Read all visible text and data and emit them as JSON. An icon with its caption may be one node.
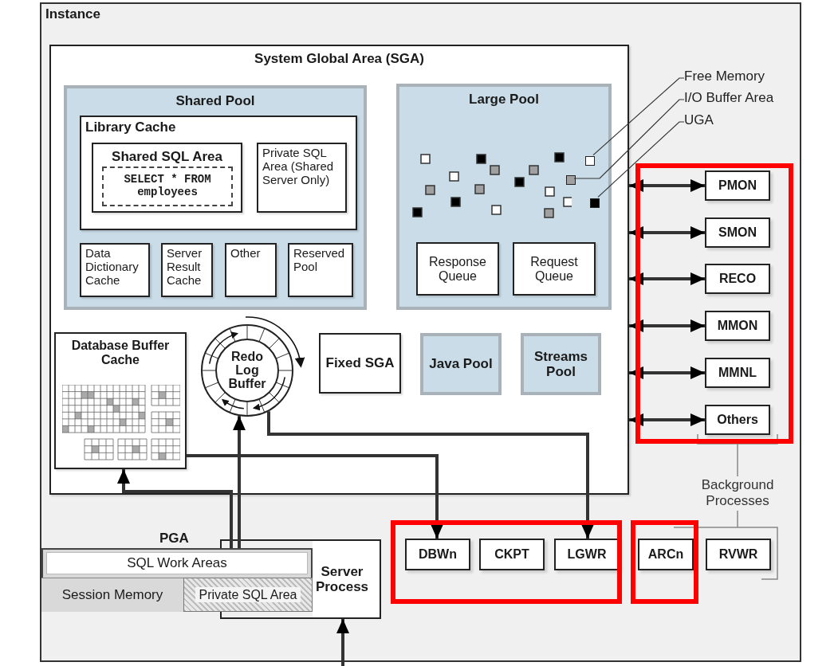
{
  "diagram": {
    "nodes": [
      {
        "text": [
          "Instance"
        ]
      },
      {
        "text": [
          "System Global Area (SGA)"
        ],
        "in": 0
      },
      {
        "text": [
          "Shared Pool"
        ],
        "in": 1
      },
      {
        "text": [
          "Library Cache"
        ],
        "in": 2
      },
      {
        "text": [
          "Shared SQL Area"
        ],
        "in": 3
      },
      {
        "text": [
          "SELECT * FROM employees"
        ],
        "in": 4
      },
      {
        "text": [
          "Private SQL Area (Shared Server Only)"
        ],
        "in": 3
      },
      {
        "text": [
          "Data Dictionary Cache"
        ],
        "in": 2
      },
      {
        "text": [
          "Server Result Cache"
        ],
        "in": 2
      },
      {
        "text": [
          "Other"
        ],
        "in": 2
      },
      {
        "text": [
          "Reserved Pool"
        ],
        "in": 2
      },
      {
        "text": [
          "Large Pool"
        ],
        "in": 1
      },
      {
        "text": [
          "Response Queue"
        ],
        "in": 11
      },
      {
        "text": [
          "Request Queue"
        ],
        "in": 11
      },
      {
        "text": [
          "Database Buffer Cache"
        ],
        "in": 1
      },
      {
        "text": [
          "Redo Log Buffer"
        ],
        "in": 1
      },
      {
        "text": [
          "Fixed SGA"
        ],
        "in": 1
      },
      {
        "text": [
          "Java Pool"
        ],
        "in": 1
      },
      {
        "text": [
          "Streams Pool"
        ],
        "in": 1
      },
      {
        "text": [
          "PMON"
        ],
        "in": 0
      },
      {
        "text": [
          "SMON"
        ],
        "in": 0
      },
      {
        "text": [
          "RECO"
        ],
        "in": 0
      },
      {
        "text": [
          "MMON"
        ],
        "in": 0
      },
      {
        "text": [
          "MMNL"
        ],
        "in": 0
      },
      {
        "text": [
          "Others"
        ],
        "in": 0
      },
      {
        "text": [
          "PGA"
        ],
        "in": 0
      },
      {
        "text": [
          "SQL Work Areas"
        ],
        "in": 25
      },
      {
        "text": [
          "Session Memory"
        ],
        "in": 25
      },
      {
        "text": [
          "Private SQL Area"
        ],
        "in": 25
      },
      {
        "text": [
          "Server Process"
        ],
        "in": 0
      },
      {
        "text": [
          "DBWn"
        ],
        "in": 0
      },
      {
        "text": [
          "CKPT"
        ],
        "in": 0
      },
      {
        "text": [
          "LGWR"
        ],
        "in": 0
      },
      {
        "text": [
          "ARCn"
        ],
        "in": 0
      },
      {
        "text": [
          "RVWR"
        ],
        "in": 0
      },
      {
        "text": [
          "Free Memory"
        ],
        "in": 0
      },
      {
        "text": [
          "I/O Buffer Area"
        ],
        "in": 0
      },
      {
        "text": [
          "UGA"
        ],
        "in": 0
      },
      {
        "text": [],
        "shape": "box",
        "in": 11
      },
      {
        "text": [],
        "shape": "box",
        "in": 11
      },
      {
        "text": [],
        "shape": "box",
        "in": 11
      }
    ],
    "edges": [
      {
        "from": 1,
        "to": 19,
        "arrow": "both"
      },
      {
        "from": 1,
        "to": 20,
        "arrow": "both"
      },
      {
        "from": 1,
        "to": 21,
        "arrow": "both"
      },
      {
        "from": 1,
        "to": 22,
        "arrow": "both"
      },
      {
        "from": 1,
        "to": 23,
        "arrow": "both"
      },
      {
        "from": 1,
        "to": 24,
        "arrow": "both"
      },
      {
        "from": 25,
        "to": 14,
        "arrow": "to"
      },
      {
        "from": 25,
        "to": 15,
        "arrow": "to"
      },
      {
        "from": 14,
        "to": 30,
        "arrow": "to"
      },
      {
        "from": 15,
        "to": 32,
        "arrow": "to"
      },
      {
        "from": null,
        "to": 29,
        "arrow": "to"
      },
      {
        "from": 35,
        "to": 38,
        "arrow": "none"
      },
      {
        "from": 36,
        "to": 39,
        "arrow": "none"
      },
      {
        "from": 37,
        "to": 40,
        "arrow": "none"
      }
    ],
    "labels": [
      "Background Processes"
    ]
  }
}
